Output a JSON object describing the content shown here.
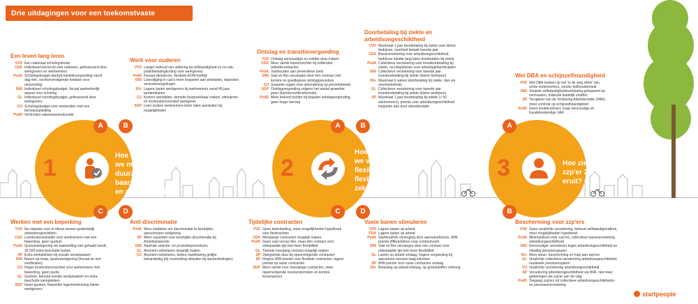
{
  "title": "Drie uitdagingen voor een toekomstvaste arbeidsmarkt",
  "logo": "startpeople",
  "colors": {
    "accent": "#e8631c",
    "circle": "#f3a21a",
    "tree": "#8cb83d"
  },
  "circles": [
    {
      "number": "1",
      "question": [
        "Hoe houden",
        "we mensen",
        "duurzaam inzet-",
        "baar, betrokken",
        "en aan het werk?"
      ],
      "icon": "person-check-icon"
    },
    {
      "number": "2",
      "question": [
        "Hoe maken",
        "we vast werk",
        "flexibeler en",
        "flexibel werk",
        "zekerder?"
      ],
      "icon": "recycle-arrows-icon"
    },
    {
      "number": "3",
      "question": [
        "Hoe ziet de",
        "zzp'er 2.0",
        "eruit?"
      ],
      "icon": "person-icon"
    }
  ],
  "badges": {
    "a": "A",
    "b": "B",
    "c": "C",
    "d": "D"
  },
  "boxes": {
    "leven_lang_leren": {
      "title": "Een leven lang leren",
      "rows": [
        {
          "code": "VVD",
          "text": "Een nationaal scholingsfonds"
        },
        {
          "code": "CDA",
          "text": "Individueel leerrecht voor iedereen, gefinancierd door werkgevers en werknemers"
        },
        {
          "code": "PvdA",
          "text": "Scholingsbudget dankzij transitievergoeding vanaf dag één, vechtorverstigende fondsen voor omscholing"
        },
        {
          "code": "D66",
          "text": "Individueel scholingsbudget, fiscaal aantrekkelijk sparen voor scholing"
        },
        {
          "code": "GL",
          "text": "Individueel scholingsbudget, gefinancierd door werkgevers"
        },
        {
          "code": "CU",
          "text": "Scholingsbudget voor werkenden met een beroepsopleiding"
        },
        {
          "code": "PvdD",
          "text": "Verlrichten vakeessenenducatie"
        }
      ]
    },
    "werk_ouderen": {
      "title": "Werk voor ouderen",
      "rows": [
        {
          "code": "VVD",
          "text": "Langer behoud van uitkering bij zelfstandigheid en no risk-polis/belastingkorting voor werkgevers"
        },
        {
          "code": "PvdA",
          "text": "Fiscaal stimuleren, flexibele AOW-leeftijd"
        },
        {
          "code": "D66",
          "text": "Loonstijging in cao's meer koppelen aan prestaties, beperken senioreenregelingen"
        },
        {
          "code": "50+",
          "text": "Lagere lasten werkgevers bij werknemers vanaf 45 jaar, tandembanen"
        },
        {
          "code": "CU",
          "text": "Kortere werktijden, demotie bespreekbaar maken, stimuleren en loonkostenvoordeel werkgever"
        },
        {
          "code": "SGP",
          "text": "Loon oudere werknemers beter laten aansluiten bij mogelijkheden"
        }
      ]
    },
    "ontslag": {
      "title": "Ontslag en transitievergoeding",
      "rows": [
        {
          "code": "VVD",
          "text": "Ontslag eenvoudiger en minder duur maken"
        },
        {
          "code": "CDA",
          "text": "Meer ruimte kantonrechter bij ontbinden arbeidscontracten"
        },
        {
          "code": "PvdA",
          "text": "Vasthouden aan preventieve toets"
        },
        {
          "code": "D66",
          "text": "Vast en flex vervangen door één contract met kortere en goedkopere ontslagprocedure"
        },
        {
          "code": "CU",
          "text": "Soepeler regels voor uitzondering op preventietoets"
        },
        {
          "code": "SGP",
          "text": "Ontslagvergoeding volgens het aantal gewerkte jaren (kantonrechtersformule)"
        },
        {
          "code": "PvdD",
          "text": "Meer invloed rechter bij bepalen ontslagvergoeding, geen hoger beroep"
        }
      ]
    },
    "doorbetaling": {
      "title": "Doorbetaling bij ziekte en arbeidsongeschiktheid",
      "rows": [
        {
          "code": "VVD",
          "text": "Maximaal 1 jaar doorbetaling bij ziekte voor kleine bedrijven, overheid betaalt tweede jaar"
        },
        {
          "code": "CDA",
          "text": "Basisverzekering voor arbeidsongeschiktheid, bedrijven minder lang laten doorbetalen bij ziekte"
        },
        {
          "code": "PvdA",
          "text": "Collectieve verzekering voor loondoorbetaling bij ziekte, no-riskpolissen voor arbeidsgehandicapten"
        },
        {
          "code": "D66",
          "text": "Collectieve verzekering voor tweede jaar loondoorbetaling bij ziekte (kleine bedrijven)"
        },
        {
          "code": "50+",
          "text": "Maximaal 6 weken doorbetaling bij ziekte, dan via overheidsfonds"
        },
        {
          "code": "GL",
          "text": "Collectieve verzekering voor tweede jaar loondoorbetaling bij ziekte (kleine bedrijven)"
        },
        {
          "code": "SP",
          "text": "Maximaal 1 jaar doorbetaling bij ziekte (< 50 werknemers), premie voor arbeidsongeschiktheid koppelen aan duur arbeidsrelatie"
        }
      ]
    },
    "wet_dba": {
      "title": "Wet DBA en schijnzelfstandigheid",
      "rows": [
        {
          "code": "VVD",
          "text": "Wet DBA toetsen op het 'in de weg zitten' van echte ondernemers, zonder dollhoudenheid"
        },
        {
          "code": "D66",
          "text": "Simpele zelfstandigheidsverklaring gebaseerd op vertrouwen, misbruik duidelijk straffen"
        },
        {
          "code": "SP",
          "text": "Terugkeer van de Verklaring Arbeidsrelatie (VAR), meer controle op schijnzelfstandigheid"
        },
        {
          "code": "PvdD",
          "text": "Geen modelcontract, maar eenvoudige en fraudebestendige VAR"
        }
      ]
    },
    "werken_beperking": {
      "title": "Werken met een beperking",
      "rows": [
        {
          "code": "VVD",
          "text": "No-riskpolis voor in dienst nemen gedeeltelijk arbeidsongeschikten"
        },
        {
          "code": "CDA",
          "text": "Loonkostensubsidie voor werknemers met een beperking, geen quotum"
        },
        {
          "code": "PvdA",
          "text": "Quotumwetgeving als taakstelling niet gehaald wordt, 30.000 extra beschutte banen"
        },
        {
          "code": "SP",
          "text": "Extra werkplekken bij sociale werkplaatsen"
        },
        {
          "code": "D66",
          "text": "Banen op maat, quotumwetgeving (fiscaal en niet certificaten)"
        },
        {
          "code": "CU",
          "text": "Hoger loonkostenvoordeel voor werknemers met beperking, geen quota"
        },
        {
          "code": "GL",
          "text": "Quotum, behoud sociale werkplaatsen en extra beschutte werkplekken"
        },
        {
          "code": "SGP",
          "text": "Geen quotum, financiële tegemoetkoming kleine werkgevers"
        }
      ]
    },
    "anti_discriminatie": {
      "title": "Anti-discriminatie",
      "rows": [
        {
          "code": "PvdA",
          "text": "Meer middelen om discriminatie te bestrijden, aanscherpen wetgeving"
        },
        {
          "code": "SP",
          "text": "Meer capaciteit voor bestrijden discriminatie bij Arbeidsinspectie"
        },
        {
          "code": "D66",
          "text": "Neutrale selectie- en promotieprocedures"
        },
        {
          "code": "GL",
          "text": "Anoniem solliciteren mogelijk maken"
        },
        {
          "code": "CU",
          "text": "Anoniem solliciteren, betere handhaving gelijke behandeling (bij overtreding uitsluiten bij aanbestedingen)"
        }
      ]
    },
    "tijdelijke_contracten": {
      "title": "Tijdelijke contracten",
      "rows": [
        {
          "code": "VVD",
          "text": "Geen ketenbeding, meer mogelijkheden hypotheek voor flexkrachten"
        },
        {
          "code": "CDA",
          "text": "Meerjarige contracten mogelijk maken"
        },
        {
          "code": "PvdA",
          "text": "Geen vast versus flex, maar één contract voor onbepaalde tijd met meer flexibiliteit"
        },
        {
          "code": "GL",
          "text": "Tweede meerjarig contract mogelijk maken"
        },
        {
          "code": "SP",
          "text": "Opbypende duur bij opeenvolgende contracten"
        },
        {
          "code": "SP",
          "text": "Hogere WW-premie voor flexibele contracten, lagere premie op vaste contracten"
        },
        {
          "code": "SGP",
          "text": "Meer ruimte voor meerjarige contracten, meer opeenvolgende overeenkomsten en kortere tussenpozen"
        }
      ]
    },
    "vaste_banen": {
      "title": "Vaste banen stimuleren",
      "rows": [
        {
          "code": "VVD",
          "text": "Lagere lasten op arbeid"
        },
        {
          "code": "CDA",
          "text": "Lagere lasten op arbeid"
        },
        {
          "code": "PvdA",
          "text": "Startersafrek verlenging door aanmaneboncis, WW-premie differentiëren naar contractvorm"
        },
        {
          "code": "D66",
          "text": "Vast en flex vervangen door één contract voor onbepaalde tijd met meer flexibiliteit"
        },
        {
          "code": "GL",
          "text": "Lasten op arbeid omlaag, hogere vergoeding bij aannemen mensen laag inkomen"
        },
        {
          "code": "SP",
          "text": "WW-premie voor vaste contracten omlaag"
        },
        {
          "code": "50+",
          "text": "Belasting op arbeid omlaag, op grondstoffen omhoog"
        }
      ]
    },
    "bescherming_zzp": {
      "title": "Bescherming voor zzp'ers",
      "rows": [
        {
          "code": "VVD",
          "text": "Geen verplichte verzekering, behoud zelfstandigenaftrek, meer mogelijkheden hypotheek"
        },
        {
          "code": "PvdA",
          "text": "Minimumloon voor zzp'ers, collectieve basisverzekering arbeidsongeschiktheid"
        },
        {
          "code": "D66",
          "text": "Eenvoudiger verzekeren tegen arbeidsongeschiktheid en vrijwillig pensioensparen"
        },
        {
          "code": "50+",
          "text": "Meer steun, bescherming en hulp aan zzp'ers"
        },
        {
          "code": "GL",
          "text": "Verplichte collectieve verzekering arbeidsongeschiktheid, maatwerk pensioensparen"
        },
        {
          "code": "CU",
          "text": "Verplichte verzekering arbeidsongeschiktheid"
        },
        {
          "code": "SP",
          "text": "Verzekering arbeidsongeschiktheid via WIA, niet meer gedwongen als zzp'er aan de slag"
        },
        {
          "code": "PvdD",
          "text": "Toegang zzp'ers tot collectieve arbeidsongeschiktheids- en pensioenverzekering"
        }
      ]
    }
  }
}
